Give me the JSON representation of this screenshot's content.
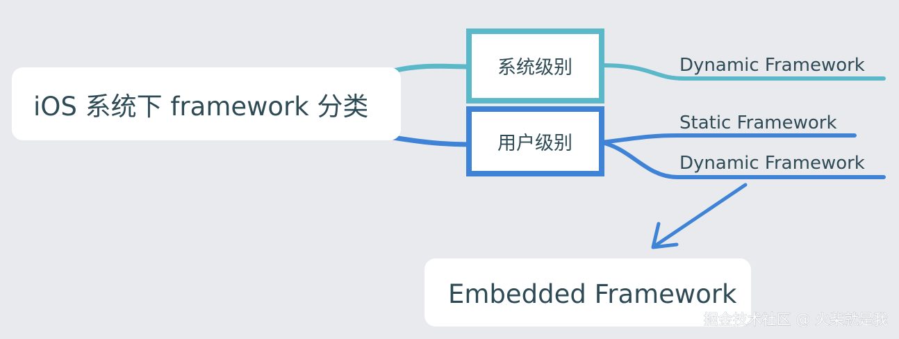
{
  "root": {
    "label": "iOS 系统下 framework 分类"
  },
  "branches": [
    {
      "label": "系统级别",
      "color": "#5ab8c9",
      "children": [
        {
          "label": "Dynamic Framework"
        }
      ]
    },
    {
      "label": "用户级别",
      "color": "#3f83d6",
      "children": [
        {
          "label": "Static Framework"
        },
        {
          "label": "Dynamic Framework"
        }
      ]
    }
  ],
  "callout": {
    "label": "Embedded Framework",
    "arrow_color": "#3f83d6"
  },
  "watermark": {
    "text": "掘金技术社区 @ 火柴就是我"
  }
}
